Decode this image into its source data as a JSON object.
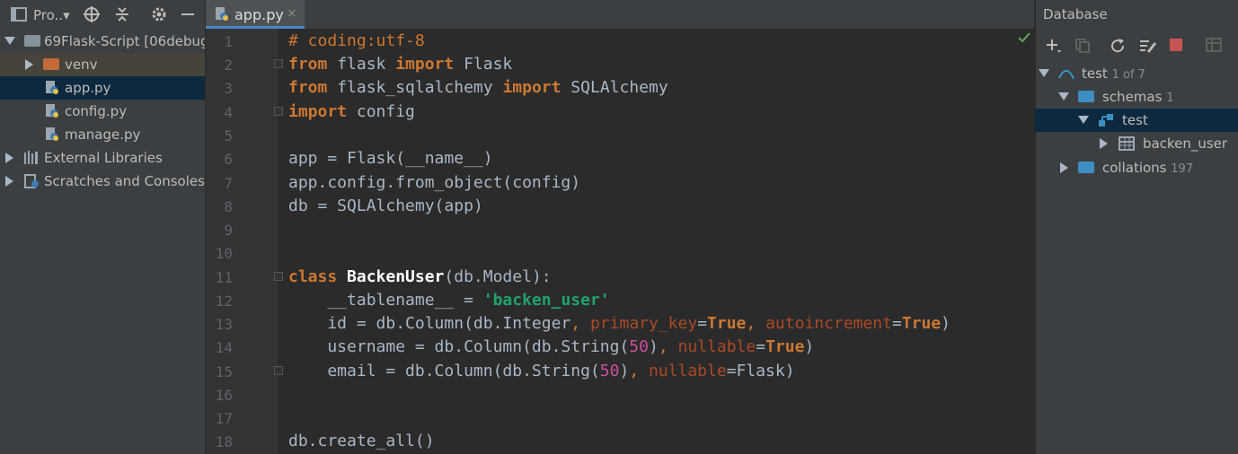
{
  "project_panel": {
    "title": "Pro..▾",
    "tree": [
      {
        "label": "69Flask-Script [06debug",
        "type": "folder",
        "expanded": true
      },
      {
        "label": "venv",
        "type": "folder",
        "expanded": false
      },
      {
        "label": "app.py",
        "type": "python",
        "selected": true
      },
      {
        "label": "config.py",
        "type": "python"
      },
      {
        "label": "manage.py",
        "type": "python"
      },
      {
        "label": "External Libraries",
        "type": "libraries"
      },
      {
        "label": "Scratches and Consoles",
        "type": "scratches"
      }
    ]
  },
  "editor": {
    "tab_label": "app.py",
    "tab_close": "×",
    "line_numbers": [
      "1",
      "2",
      "3",
      "4",
      "5",
      "6",
      "7",
      "8",
      "9",
      "10",
      "11",
      "12",
      "13",
      "14",
      "15",
      "16",
      "17",
      "18"
    ],
    "lines": {
      "l1": "# coding:utf-8",
      "l2_kw1": "from",
      "l2_mid": " flask ",
      "l2_kw2": "import",
      "l2_end": " Flask",
      "l3_kw1": "from",
      "l3_mid": " flask_sqlalchemy ",
      "l3_kw2": "import",
      "l3_end": " SQLAlchemy",
      "l4_kw": "import",
      "l4_end": " config",
      "l6": "app = Flask(__name__)",
      "l7": "app.config.from_object(config)",
      "l8": "db = SQLAlchemy(app)",
      "l11_kw": "class",
      "l11_cls": " BackenUser",
      "l11_end": "(db.Model):",
      "l12_attr": "    __tablename__",
      "l12_eq": " = ",
      "l12_str": "'backen_user'",
      "l13_a": "    id = db.Column(db.Integer",
      "l13_c1": ", ",
      "l13_p1": "primary_key",
      "l13_eq1": "=",
      "l13_t1": "True",
      "l13_c2": ", ",
      "l13_p2": "autoincrement",
      "l13_eq2": "=",
      "l13_t2": "True",
      "l13_end": ")",
      "l14_a": "    username = db.Column(db.String(",
      "l14_n": "50",
      "l14_b": ")",
      "l14_c": ", ",
      "l14_p": "nullable",
      "l14_eq": "=",
      "l14_t": "True",
      "l14_end": ")",
      "l15_a": "    email = db.Column(db.String(",
      "l15_n": "50",
      "l15_b": ")",
      "l15_c": ", ",
      "l15_p": "nullable",
      "l15_eq": "=",
      "l15_t": "Flask",
      "l15_end": ")",
      "l18": "db.create_all()"
    }
  },
  "database_panel": {
    "title": "Database",
    "toolbar": [
      "add-icon",
      "duplicate-icon",
      "refresh-icon",
      "edit-icon",
      "stop-icon",
      "table-icon"
    ],
    "tree": [
      {
        "label": "test",
        "count": "1 of 7"
      },
      {
        "label": "schemas",
        "count": "1"
      },
      {
        "label": "test",
        "count": "",
        "selected": true
      },
      {
        "label": "backen_user",
        "count": ""
      },
      {
        "label": "collations",
        "count": "197"
      }
    ]
  }
}
